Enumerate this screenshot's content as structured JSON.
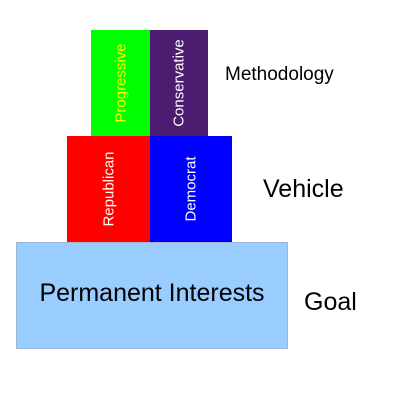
{
  "diagram": {
    "levels": [
      {
        "label": "Methodology",
        "blocks": [
          {
            "text": "Progressive",
            "fill": "#00ff00",
            "text_color": "#ffff00"
          },
          {
            "text": "Conservative",
            "fill": "#4b1c70",
            "text_color": "#ffffff"
          }
        ]
      },
      {
        "label": "Vehicle",
        "blocks": [
          {
            "text": "Republican",
            "fill": "#ff0000",
            "text_color": "#ffffff"
          },
          {
            "text": "Democrat",
            "fill": "#0000ff",
            "text_color": "#ffffff"
          }
        ]
      },
      {
        "label": "Goal",
        "blocks": [
          {
            "text": "Permanent Interests",
            "fill": "#99ccff",
            "text_color": "#000000"
          }
        ]
      }
    ]
  }
}
